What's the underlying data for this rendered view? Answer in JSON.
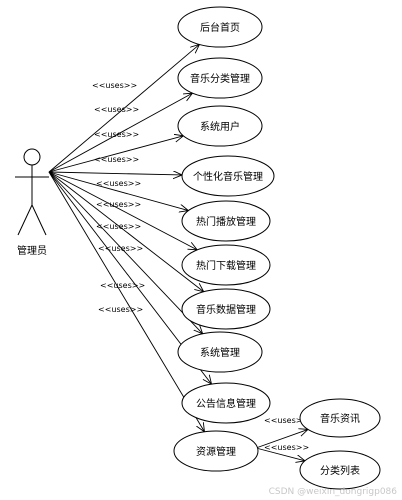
{
  "actor": {
    "label": "管理员"
  },
  "stereotype": "<<uses>>",
  "use_cases": [
    {
      "id": "uc-home",
      "label": "后台首页"
    },
    {
      "id": "uc-music-cat",
      "label": "音乐分类管理"
    },
    {
      "id": "uc-user",
      "label": "系统用户"
    },
    {
      "id": "uc-personal",
      "label": "个性化音乐管理"
    },
    {
      "id": "uc-hot-play",
      "label": "热门播放管理"
    },
    {
      "id": "uc-hot-dl",
      "label": "热门下载管理"
    },
    {
      "id": "uc-music-data",
      "label": "音乐数据管理"
    },
    {
      "id": "uc-system",
      "label": "系统管理"
    },
    {
      "id": "uc-notice",
      "label": "公告信息管理"
    },
    {
      "id": "uc-resource",
      "label": "资源管理"
    }
  ],
  "sub_use_cases": [
    {
      "id": "uc-news",
      "label": "音乐资讯"
    },
    {
      "id": "uc-cat-list",
      "label": "分类列表"
    }
  ],
  "watermark": "CSDN @weixin_dongrigp086"
}
